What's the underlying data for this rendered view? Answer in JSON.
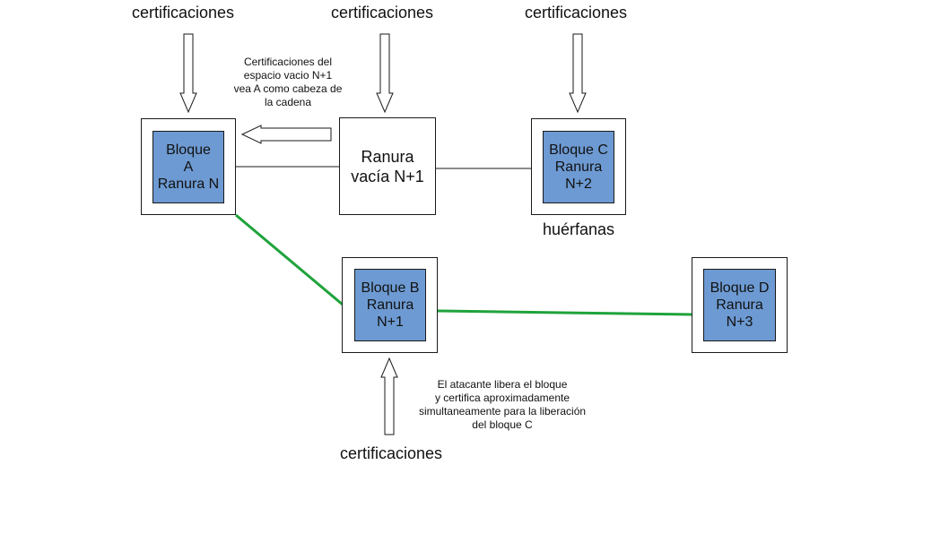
{
  "colors": {
    "block_fill": "#6d9ad2",
    "chain_link": "#1fa33b",
    "line": "#1a1a1a"
  },
  "cert_labels": {
    "a": "certificaciones",
    "empty": "certificaciones",
    "c": "certificaciones",
    "b": "certificaciones"
  },
  "blocks": {
    "a": {
      "line1": "Bloque",
      "line2": "A",
      "line3": "Ranura N"
    },
    "empty": {
      "line1": "Ranura",
      "line2": "vacía N+1"
    },
    "c": {
      "line1": "Bloque C",
      "line2": "Ranura",
      "line3": "N+2"
    },
    "b": {
      "line1": "Bloque B",
      "line2": "Ranura",
      "line3": "N+1"
    },
    "d": {
      "line1": "Bloque D",
      "line2": "Ranura",
      "line3": "N+3"
    }
  },
  "orphans_label": "huérfanas",
  "notes": {
    "empty_slot": [
      "Certificaciones del",
      "espacio vacio N+1",
      "vea A como cabeza de",
      "la cadena"
    ],
    "attacker": [
      "El atacante libera el bloque",
      "y certifica aproximadamente",
      "simultaneamente para la liberación",
      "del bloque C"
    ]
  },
  "arrows": [
    {
      "id": "cert-to-a",
      "direction": "down"
    },
    {
      "id": "cert-to-empty",
      "direction": "down"
    },
    {
      "id": "cert-to-c",
      "direction": "down"
    },
    {
      "id": "cert-to-b",
      "direction": "up"
    },
    {
      "id": "empty-to-a",
      "direction": "left"
    }
  ]
}
